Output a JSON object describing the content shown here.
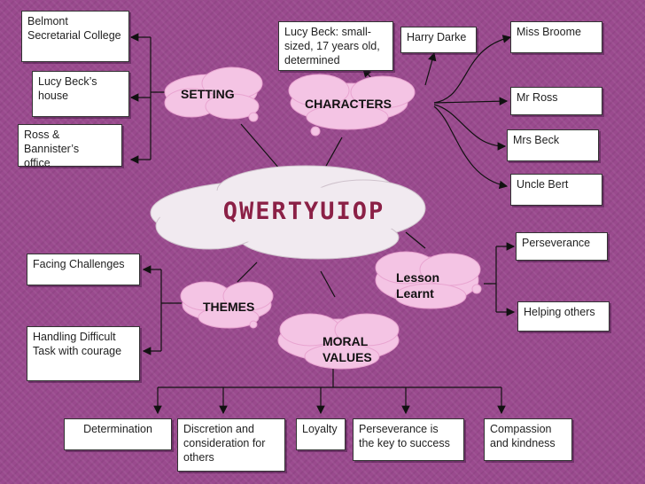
{
  "colors": {
    "background": "#9a4a8e",
    "cloud": "#f1eaf0",
    "bubble": "#f4c4e4",
    "center_text": "#8b2046"
  },
  "center": {
    "title": "QWERTYUIOP"
  },
  "branches": {
    "setting": "SETTING",
    "characters": "CHARACTERS",
    "themes": "THEMES",
    "moral": "MORAL\nVALUES",
    "lesson": "Lesson\nLearnt"
  },
  "setting_items": [
    "Belmont\nSecretarial College",
    "Lucy Beck’s\nhouse",
    "Ross & Bannister’s\noffice"
  ],
  "character_items": [
    "Lucy Beck: small-\nsized, 17 years old,\ndetermined",
    "Harry Darke",
    "Miss Broome",
    "Mr Ross",
    "Mrs Beck",
    "Uncle Bert"
  ],
  "theme_items": [
    "Facing Challenges",
    "Handling Difficult\nTask with courage"
  ],
  "lesson_items": [
    "Perseverance",
    "Helping others"
  ],
  "moral_items": [
    "Determination",
    "Discretion and\nconsideration for\n others",
    "Loyalty",
    "Perseverance is\nthe key to success",
    "Compassion\nand kindness"
  ]
}
